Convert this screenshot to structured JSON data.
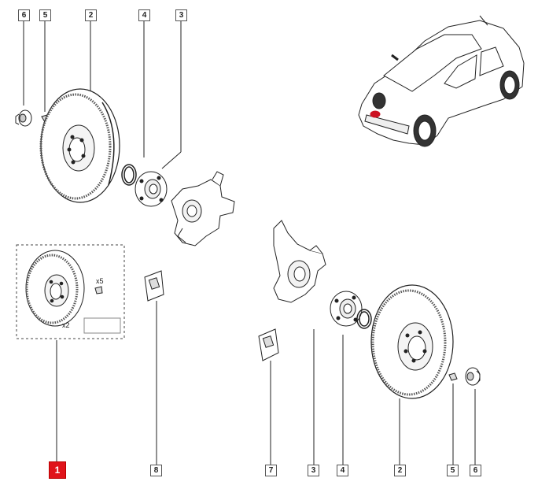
{
  "callouts": {
    "c6_top": "6",
    "c5_top": "5",
    "c2_top": "2",
    "c4_top": "4",
    "c3_top": "3",
    "c1_bottom": "1",
    "c8_bottom": "8",
    "c7_bottom": "7",
    "c3_bottom": "3",
    "c4_bottom": "4",
    "c2_bottom": "2",
    "c5_bottom": "5",
    "c6_bottom": "6"
  },
  "kit": {
    "qty_screws": "x5",
    "qty_discs": "x2"
  },
  "colors": {
    "highlight": "#e0141b",
    "line": "#222222",
    "logo": "#cc1122"
  }
}
